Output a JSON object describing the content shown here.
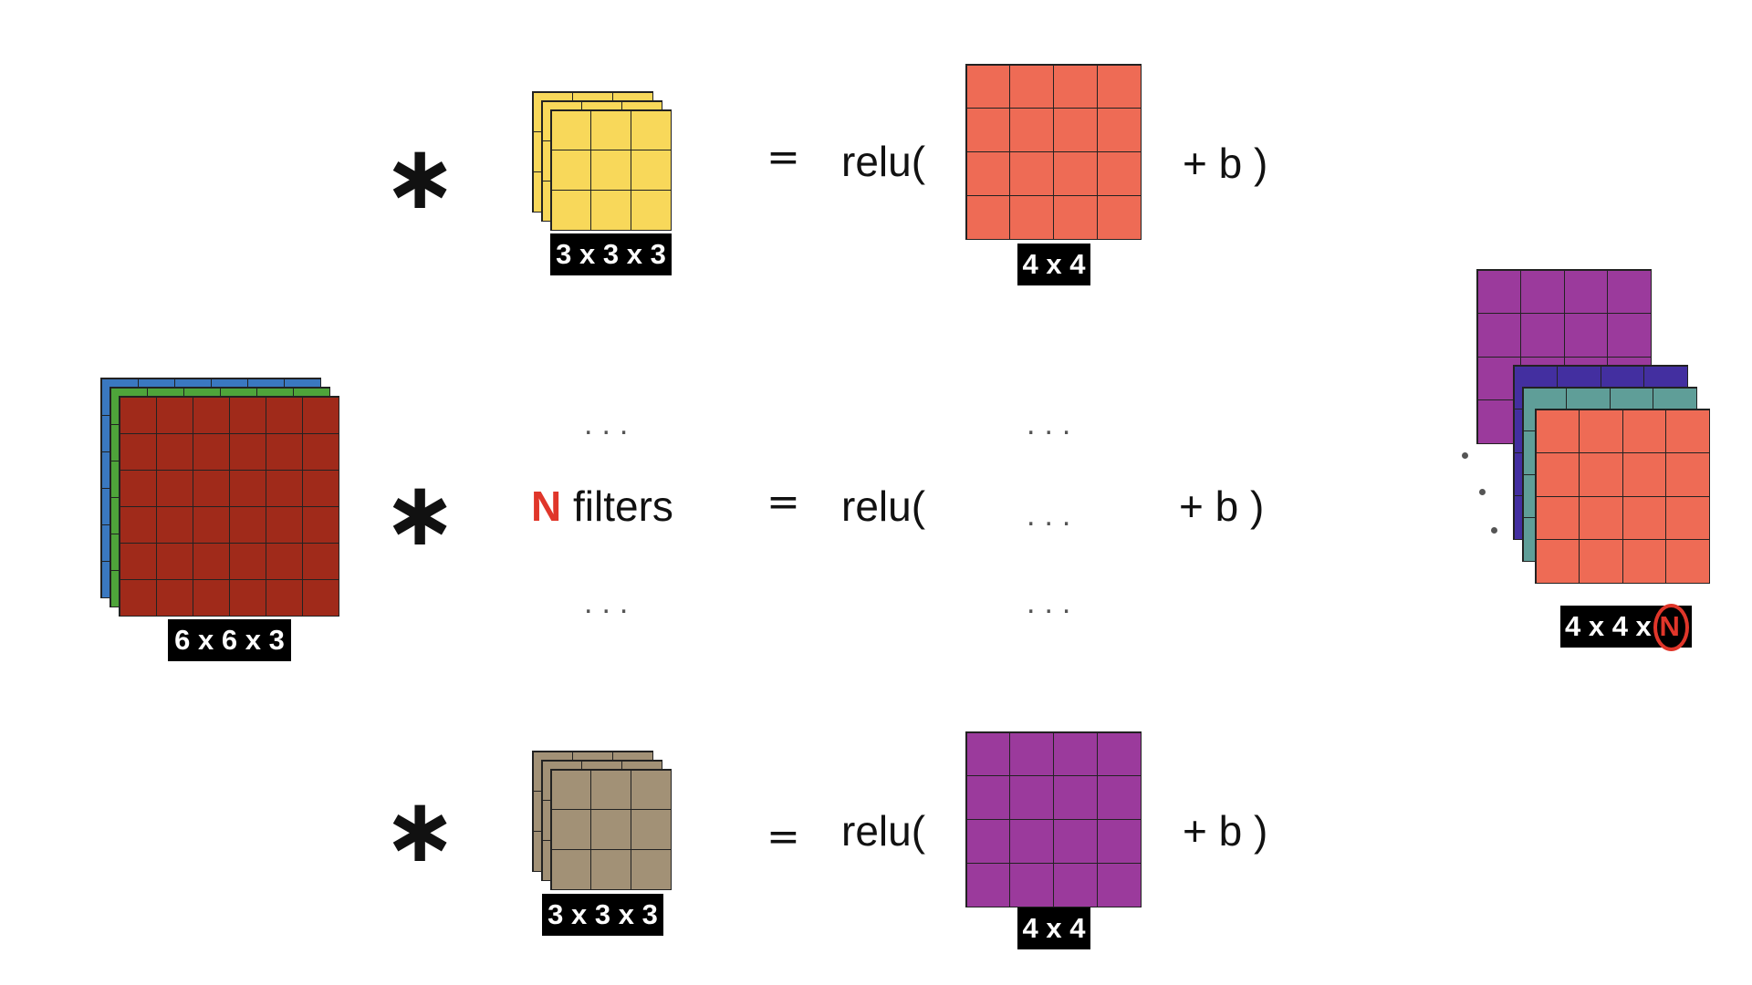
{
  "colors": {
    "input_blue": "#3a78c0",
    "input_green": "#4ea43a",
    "input_red": "#a02a1a",
    "filter_yellow": "#f8d85a",
    "filter_tan": "#a29176",
    "output_orange": "#ee6b55",
    "output_purple": "#9b3a9c",
    "output_indigo": "#432fa0",
    "output_teal": "#5f9e98",
    "accent_red": "#e0362a",
    "label_bg": "#000000"
  },
  "input": {
    "label": "6 x 6 x 3"
  },
  "rows": [
    {
      "operator": "∗",
      "filter_label": "3 x 3 x 3",
      "equals": "=",
      "relu_open": "relu(",
      "bias_close": "+ b )",
      "output_label": "4 x 4"
    },
    {
      "operator": "∗",
      "filter_n": "N",
      "filter_word": "filters",
      "equals": "=",
      "relu_open": "relu(",
      "bias_close": "+ b )",
      "ellipsis": "..."
    },
    {
      "operator": "∗",
      "filter_label": "3 x 3 x 3",
      "equals": "=",
      "relu_open": "relu(",
      "bias_close": "+ b )",
      "output_label": "4 x 4"
    }
  ],
  "result": {
    "label_prefix": "4 x 4 x",
    "label_n": "N"
  }
}
